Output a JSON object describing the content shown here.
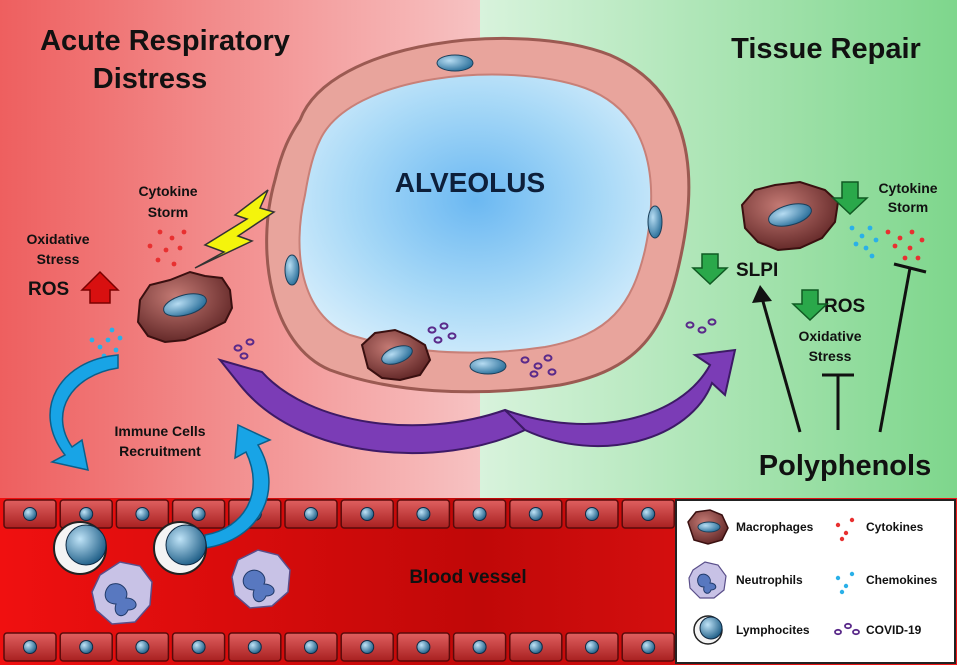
{
  "left_panel": {
    "title_line1": "Acute Respiratory",
    "title_line2": "Distress",
    "oxidative_line1": "Oxidative",
    "oxidative_line2": "Stress",
    "ros": "ROS",
    "cytokine_line1": "Cytokine",
    "cytokine_line2": "Storm",
    "immune_line1": "Immune Cells",
    "immune_line2": "Recruitment"
  },
  "center": {
    "alveolus": "ALVEOLUS"
  },
  "right_panel": {
    "title": "Tissue Repair",
    "cytokine_line1": "Cytokine",
    "cytokine_line2": "Storm",
    "slpi": "SLPI",
    "ros": "ROS",
    "oxidative_line1": "Oxidative",
    "oxidative_line2": "Stress",
    "polyphenols": "Polyphenols"
  },
  "blood_vessel": {
    "label": "Blood vessel"
  },
  "legend": {
    "macrophages": "Macrophages",
    "neutrophils": "Neutrophils",
    "lymphocites": "Lymphocites",
    "cytokines": "Cytokines",
    "chemokines": "Chemokines",
    "covid": "COVID-19"
  },
  "colors": {
    "distress_bg": "#ee6a6a",
    "repair_bg": "#8fdc9a",
    "vessel": "#e80c0c",
    "alveolus_wall": "#e8a39c",
    "alveolus_inner": "#9fd4f5",
    "macrophage": "#8a3f3f",
    "chemokine": "#2ab0e8",
    "cytokine": "#e83030",
    "covid": "#5a2a8a",
    "recruit_arrow": "#1aa6e8",
    "covid_arrow": "#7a3db5",
    "down_arrow": "#2aa84a",
    "up_arrow": "#d81010",
    "lightning": "#f2f20a"
  }
}
